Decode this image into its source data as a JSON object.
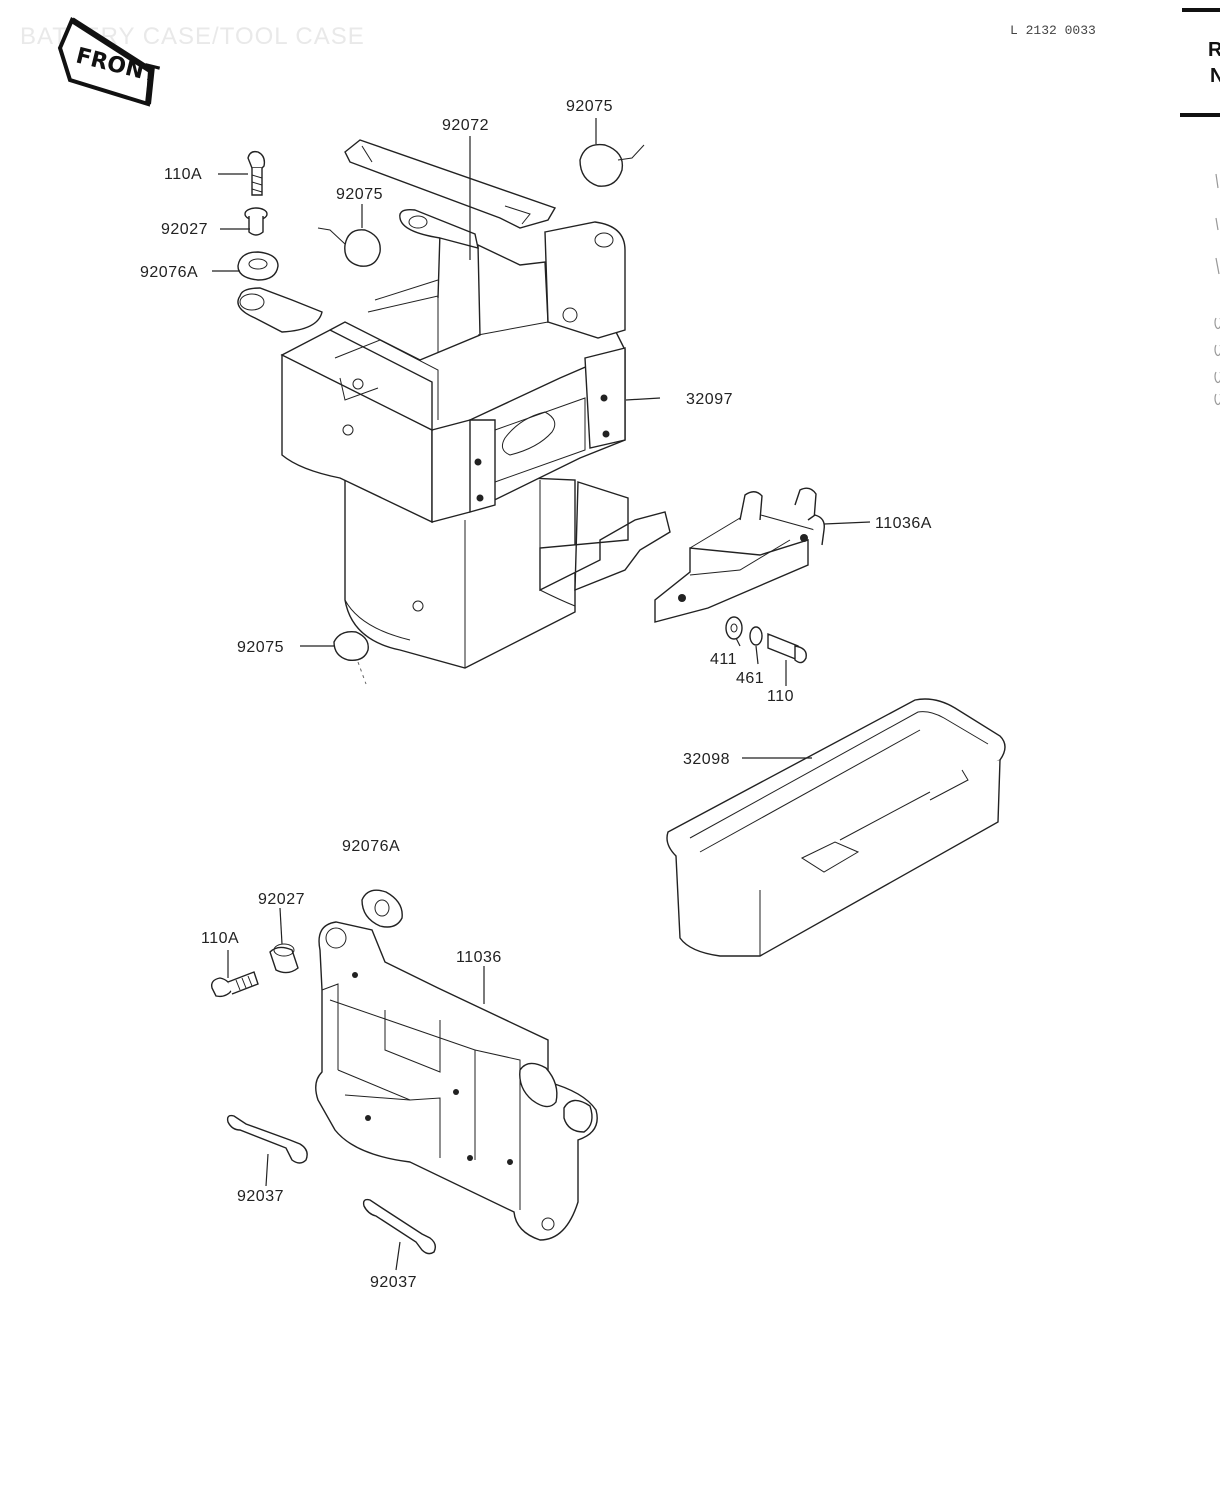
{
  "header": {
    "title": "BATTERY CASE/TOOL CASE",
    "code": "L 2132 0033",
    "front_label": "FRONT"
  },
  "side_column": {
    "letters": [
      "R",
      "N"
    ]
  },
  "parts": [
    {
      "id": "p_110A_top",
      "label": "110A"
    },
    {
      "id": "p_92027_top",
      "label": "92027"
    },
    {
      "id": "p_92076A_top",
      "label": "92076A"
    },
    {
      "id": "p_92072",
      "label": "92072"
    },
    {
      "id": "p_92075_a",
      "label": "92075"
    },
    {
      "id": "p_92075_b",
      "label": "92075"
    },
    {
      "id": "p_32097",
      "label": "32097"
    },
    {
      "id": "p_11036A",
      "label": "11036A"
    },
    {
      "id": "p_92075_c",
      "label": "92075"
    },
    {
      "id": "p_411",
      "label": "411"
    },
    {
      "id": "p_461",
      "label": "461"
    },
    {
      "id": "p_110",
      "label": "110"
    },
    {
      "id": "p_32098",
      "label": "32098"
    },
    {
      "id": "p_92076A_bot",
      "label": "92076A"
    },
    {
      "id": "p_92027_bot",
      "label": "92027"
    },
    {
      "id": "p_110A_bot",
      "label": "110A"
    },
    {
      "id": "p_11036",
      "label": "11036"
    },
    {
      "id": "p_92037_a",
      "label": "92037"
    },
    {
      "id": "p_92037_b",
      "label": "92037"
    }
  ]
}
